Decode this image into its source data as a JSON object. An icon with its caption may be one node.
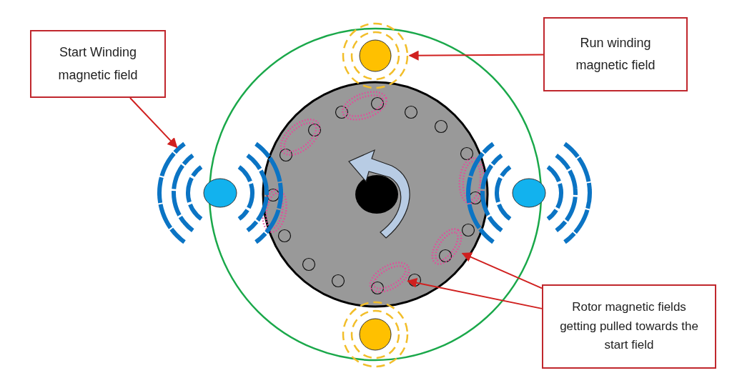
{
  "diagram": {
    "nodes": [
      {
        "text": [
          "Start Winding magnetic field"
        ]
      },
      {
        "text": [
          "Run winding magnetic field"
        ]
      },
      {
        "text": [
          "Rotor magnetic fields getting pulled towards the start field"
        ]
      },
      {
        "text": [],
        "shape": "circle"
      },
      {
        "text": [],
        "shape": "circle"
      },
      {
        "text": [],
        "shape": "ellipse"
      },
      {
        "text": [],
        "shape": "ellipse"
      }
    ],
    "edges": [
      {
        "from": 0,
        "to": 3,
        "arrow": "to"
      },
      {
        "from": 1,
        "to": 4,
        "arrow": "to"
      },
      {
        "from": 2,
        "to": 5,
        "arrow": "to"
      },
      {
        "from": 2,
        "to": 6,
        "arrow": "to"
      }
    ]
  }
}
